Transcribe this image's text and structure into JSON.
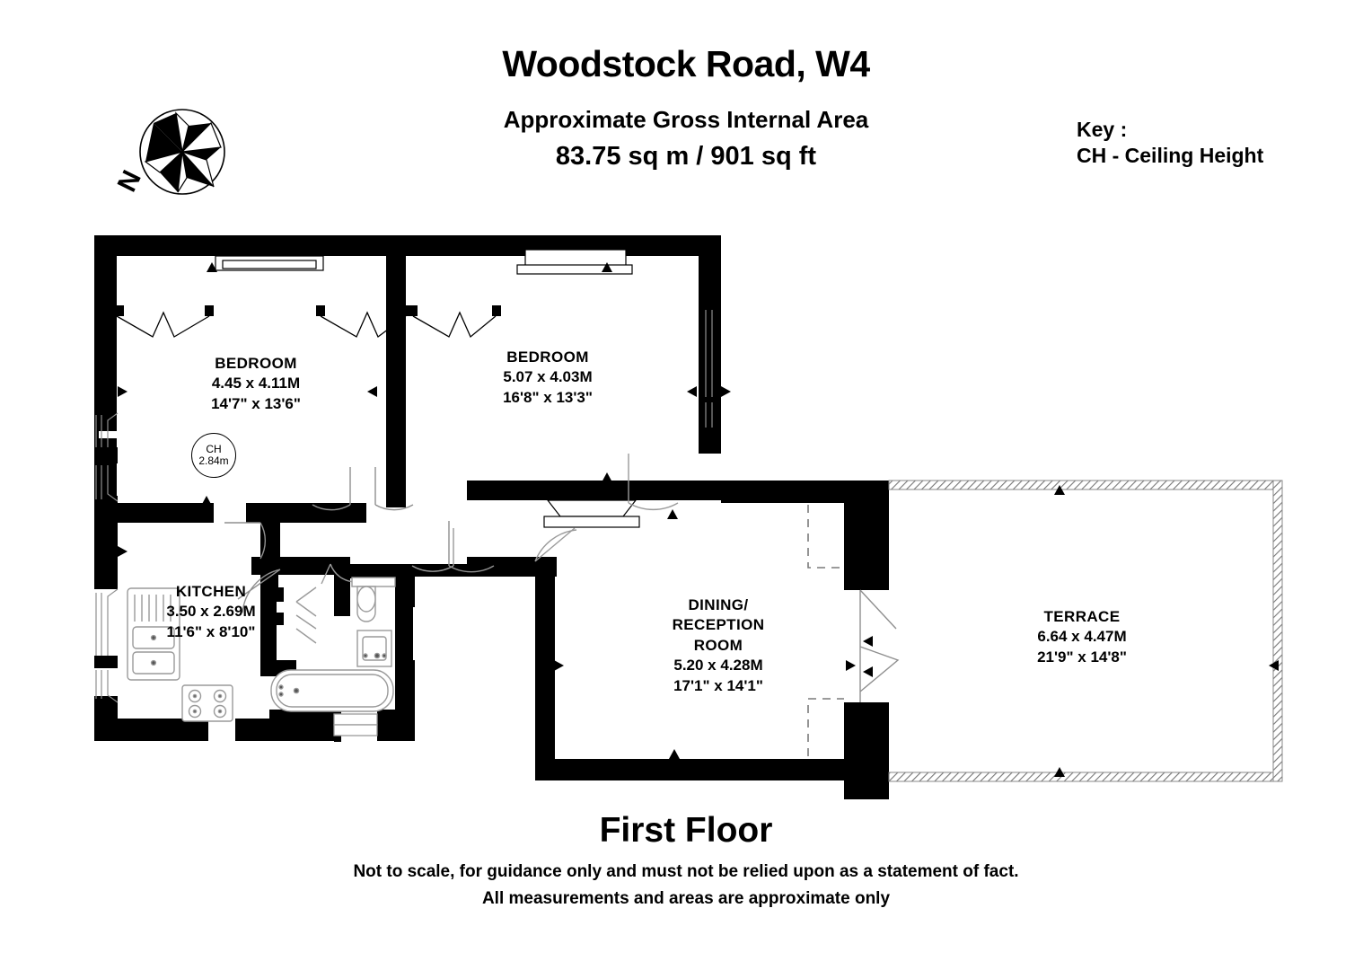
{
  "header": {
    "title": "Woodstock Road, W4",
    "area_label": "Approximate Gross Internal Area",
    "area_value": "83.75 sq m /  901 sq ft"
  },
  "key": {
    "title": "Key :",
    "item": "CH - Ceiling Height"
  },
  "compass": {
    "north_letter": "N"
  },
  "rooms": {
    "bedroom1": {
      "name": "BEDROOM",
      "metric": "4.45 x 4.11M",
      "imperial": "14'7\" x 13'6\""
    },
    "bedroom2": {
      "name": "BEDROOM",
      "metric": "5.07 x 4.03M",
      "imperial": "16'8\" x 13'3\""
    },
    "kitchen": {
      "name": "KITCHEN",
      "metric": "3.50 x 2.69M",
      "imperial": "11'6\" x 8'10\""
    },
    "dining": {
      "name1": "DINING/",
      "name2": "RECEPTION",
      "name3": "ROOM",
      "metric": "5.20 x 4.28M",
      "imperial": "17'1\" x 14'1\""
    },
    "terrace": {
      "name": "TERRACE",
      "metric": "6.64 x 4.47M",
      "imperial": "21'9\" x 14'8\""
    }
  },
  "ceiling_height": {
    "code": "CH",
    "value": "2.84m"
  },
  "footer": {
    "floor_name": "First Floor",
    "disclaimer_line1": "Not to scale, for guidance only and must not be relied upon as a statement of fact.",
    "disclaimer_line2": "All measurements and areas are approximate only"
  },
  "colors": {
    "wall": "#000000",
    "background": "#ffffff",
    "fixture_outline": "#8a8a8a",
    "terrace_border": "#555555"
  }
}
